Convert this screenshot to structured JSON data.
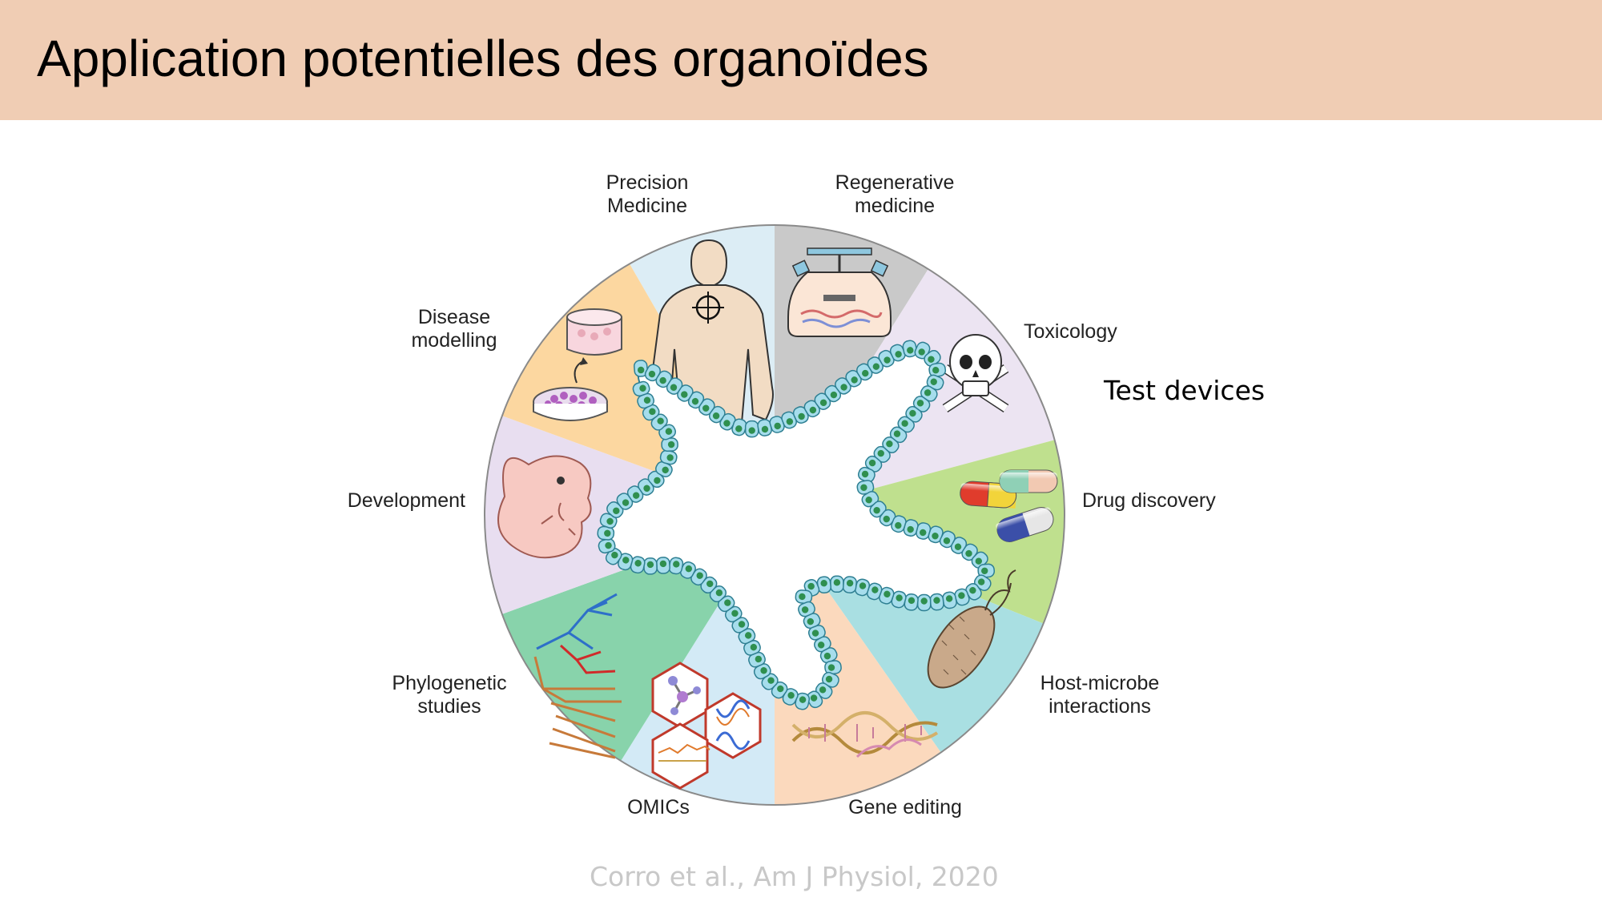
{
  "slide": {
    "title": "Application potentielles des organoïdes",
    "note": "Test devices",
    "citation": "Corro et al., Am J Physiol, 2020"
  },
  "wheel": {
    "segments": [
      {
        "id": "precision",
        "label_lines": [
          "Precision",
          "Medicine"
        ],
        "color": "#dcedf5"
      },
      {
        "id": "regenerative",
        "label_lines": [
          "Regenerative",
          "medicine"
        ],
        "color": "#c9c9c9"
      },
      {
        "id": "toxicology",
        "label_lines": [
          "Toxicology"
        ],
        "color": "#ece4f2"
      },
      {
        "id": "drug",
        "label_lines": [
          "Drug discovery"
        ],
        "color": "#bfe08e"
      },
      {
        "id": "host",
        "label_lines": [
          "Host-microbe",
          "interactions"
        ],
        "color": "#a9dfe2"
      },
      {
        "id": "gene",
        "label_lines": [
          "Gene editing"
        ],
        "color": "#fbd9bd"
      },
      {
        "id": "omics",
        "label_lines": [
          "OMICs"
        ],
        "color": "#d3eaf6"
      },
      {
        "id": "phylo",
        "label_lines": [
          "Phylogenetic",
          "studies"
        ],
        "color": "#88d3ab"
      },
      {
        "id": "development",
        "label_lines": [
          "Development"
        ],
        "color": "#e8def0"
      },
      {
        "id": "disease",
        "label_lines": [
          "Disease",
          "modelling"
        ],
        "color": "#fcd7a0"
      }
    ],
    "colors": {
      "organoid_cell": "#a6ddec",
      "organoid_outline": "#2e7f92",
      "nucleus": "#2f8f4f",
      "hexagon": "#c0392b"
    }
  }
}
